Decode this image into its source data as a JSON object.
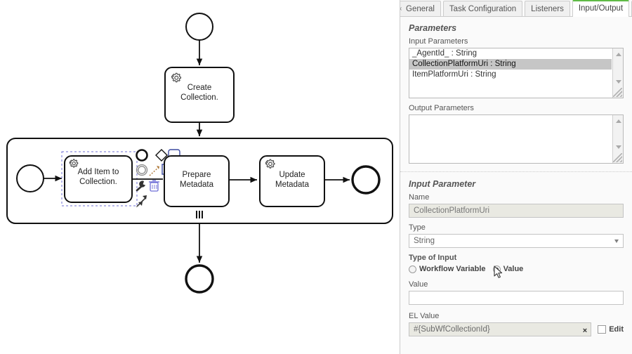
{
  "panel": {
    "tabs": [
      {
        "label": "General",
        "active": false,
        "clipped": true,
        "chevron": "‹"
      },
      {
        "label": "Task Configuration",
        "active": false
      },
      {
        "label": "Listeners",
        "active": false
      },
      {
        "label": "Input/Output",
        "active": true
      },
      {
        "label": "I",
        "active": false,
        "chevron_right": "›"
      }
    ],
    "parameters": {
      "title": "Parameters",
      "input_label": "Input Parameters",
      "input_items": [
        {
          "text": "_AgentId_ : String",
          "selected": false
        },
        {
          "text": "CollectionPlatformUri : String",
          "selected": true
        },
        {
          "text": "ItemPlatformUri : String",
          "selected": false
        }
      ],
      "output_label": "Output Parameters",
      "output_items": []
    },
    "detail": {
      "title": "Input Parameter",
      "name_label": "Name",
      "name_value": "CollectionPlatformUri",
      "type_label": "Type",
      "type_value": "String",
      "type_of_input_label": "Type of Input",
      "radio_workflow_label": "Workflow Variable",
      "radio_value_label": "Value",
      "radio_selected": "Value",
      "value_label": "Value",
      "value_value": "",
      "el_value_label": "EL Value",
      "el_value_value": "#{SubWfCollectionId}",
      "el_clear_glyph": "×",
      "edit_label": "Edit",
      "edit_checked": false
    },
    "accent_color": "#5fbb46",
    "selected_row_color": "#c6c6c6",
    "readonly_field_color": "#e9e9e2"
  },
  "diagram": {
    "type": "bpmn",
    "start_event": {
      "name": "start-event"
    },
    "nodes": [
      {
        "id": "create-collection",
        "label": "Create\nCollection.",
        "label_line1": "Create",
        "label_line2": "Collection.",
        "marker": "service-task-gear"
      },
      {
        "id": "add-item-to-collection",
        "label_line1": "Add Item to",
        "label_line2": "Collection.",
        "marker": "service-task-gear",
        "selected": true
      },
      {
        "id": "prepare-metadata",
        "label_line1": "Prepare",
        "label_line2": "Metadata",
        "marker": "none"
      },
      {
        "id": "update-metadata",
        "label_line1": "Update",
        "label_line2": "Metadata",
        "marker": "service-task-gear"
      }
    ],
    "subprocess": {
      "id": "subprocess",
      "marker": "parallel-multi-instance",
      "marker_glyph": "⦀"
    },
    "context_pad": [
      {
        "name": "append-end-event-icon"
      },
      {
        "name": "append-gateway-icon"
      },
      {
        "name": "append-task-icon"
      },
      {
        "name": "append-intermediate-event-icon"
      },
      {
        "name": "append-text-annotation-icon"
      },
      {
        "name": "connect-icon"
      },
      {
        "name": "wrench-icon"
      },
      {
        "name": "trash-icon"
      },
      {
        "name": "replace-icon"
      }
    ],
    "end_events": [
      "subprocess-end-event",
      "process-end-event"
    ]
  }
}
